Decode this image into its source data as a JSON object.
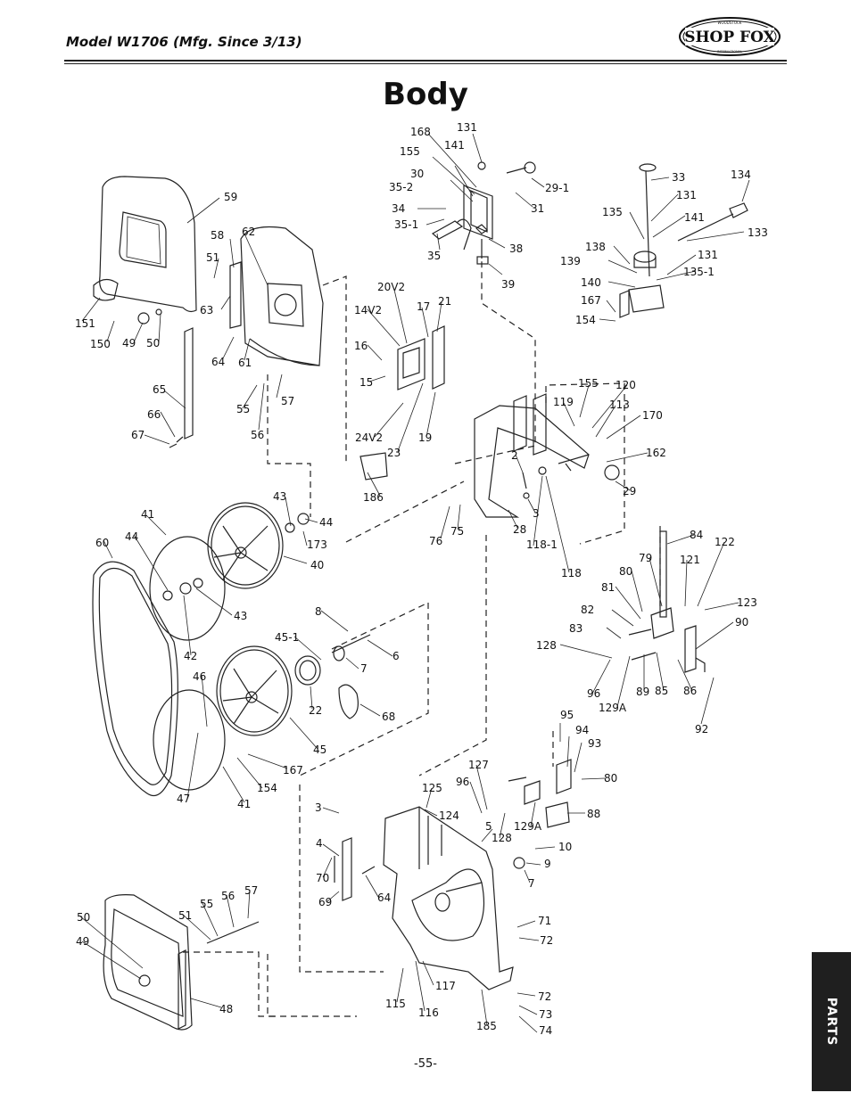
{
  "header": {
    "model_title": "Model W1706 (Mfg. Since 3/13)",
    "logo_text": "SHOP FOX",
    "logo_arc_text": "WOODSTOCK",
    "logo_arc_bottom": "INTERNATIONAL"
  },
  "page": {
    "title": "Body",
    "section_tab": "PARTS",
    "page_number": "-55-"
  },
  "diagram": {
    "callouts": [
      "59",
      "58",
      "62",
      "51",
      "63",
      "64",
      "61",
      "151",
      "150",
      "49",
      "50",
      "65",
      "66",
      "67",
      "55",
      "57",
      "56",
      "168",
      "131",
      "141",
      "155",
      "30",
      "35-2",
      "34",
      "35-1",
      "35",
      "29-1",
      "31",
      "38",
      "39",
      "33",
      "134",
      "131",
      "141",
      "135",
      "133",
      "138",
      "131",
      "139",
      "135-1",
      "140",
      "167",
      "154",
      "20V2",
      "14V2",
      "17",
      "21",
      "16",
      "15",
      "24V2",
      "23",
      "19",
      "186",
      "155",
      "120",
      "119",
      "113",
      "170",
      "162",
      "2",
      "29",
      "3",
      "28",
      "118-1",
      "118",
      "76",
      "75",
      "43",
      "44",
      "173",
      "40",
      "41",
      "44",
      "60",
      "43",
      "42",
      "8",
      "45-1",
      "6",
      "7",
      "22",
      "68",
      "46",
      "45",
      "167",
      "154",
      "47",
      "41",
      "84",
      "79",
      "122",
      "80",
      "121",
      "81",
      "123",
      "82",
      "90",
      "83",
      "128",
      "96",
      "89",
      "85",
      "86",
      "129A",
      "92",
      "95",
      "94",
      "93",
      "127",
      "80",
      "96",
      "125",
      "124",
      "88",
      "3",
      "5",
      "128",
      "129A",
      "10",
      "4",
      "9",
      "7",
      "70",
      "69",
      "64",
      "71",
      "72",
      "72",
      "73",
      "74",
      "115",
      "117",
      "116",
      "185",
      "50",
      "51",
      "55",
      "56",
      "57",
      "49",
      "48"
    ]
  }
}
